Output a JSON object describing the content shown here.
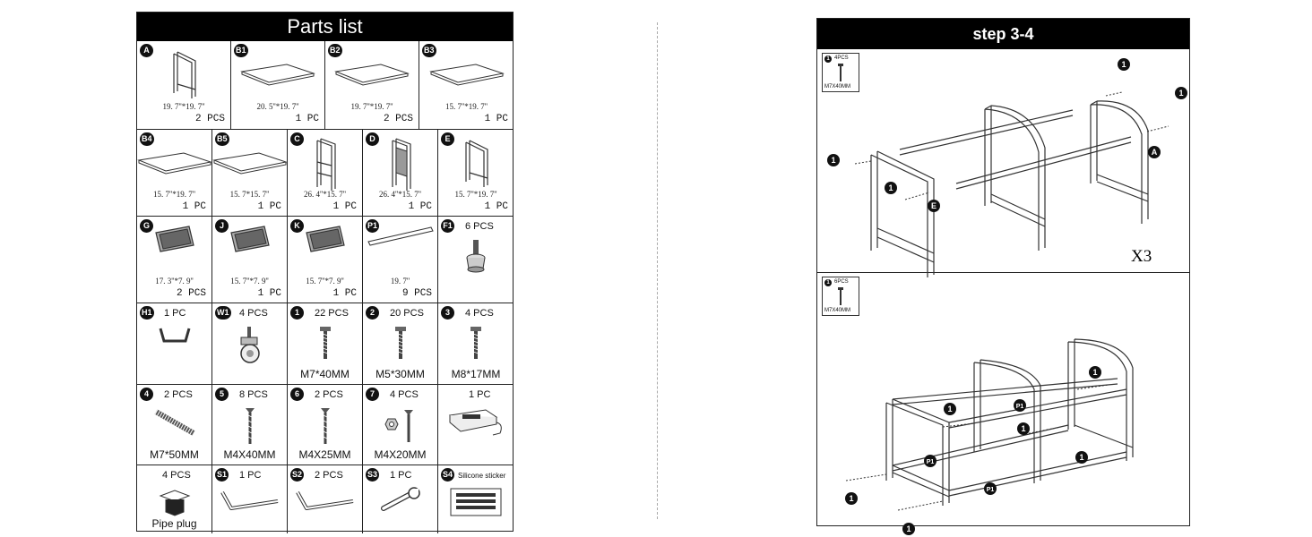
{
  "parts_list": {
    "title": "Parts list",
    "rows": [
      [
        {
          "badge": "A",
          "dim": "19. 7''*19. 7''",
          "qty": "2 PCS",
          "icon": "side-frame-icon"
        },
        {
          "badge": "B1",
          "dim": "20. 5''*19. 7''",
          "qty": "1 PC",
          "icon": "board-icon"
        },
        {
          "badge": "B2",
          "dim": "19. 7''*19. 7''",
          "qty": "2 PCS",
          "icon": "board-icon"
        },
        {
          "badge": "B3",
          "dim": "15. 7''*19. 7''",
          "qty": "1 PC",
          "icon": "board-icon"
        }
      ],
      [
        {
          "badge": "B4",
          "dim": "15. 7''*19. 7''",
          "qty": "1 PC",
          "icon": "board-icon"
        },
        {
          "badge": "B5",
          "dim": "15. 7*15. 7''",
          "qty": "1 PC",
          "icon": "board-icon"
        },
        {
          "badge": "C",
          "dim": "26. 4''*15. 7''",
          "qty": "1 PC",
          "icon": "tall-frame-icon"
        },
        {
          "badge": "D",
          "dim": "26. 4''*15. 7''",
          "qty": "1 PC",
          "icon": "mesh-frame-icon"
        },
        {
          "badge": "E",
          "dim": "15. 7''*19. 7''",
          "qty": "1 PC",
          "icon": "side-frame-icon"
        }
      ],
      [
        {
          "badge": "G",
          "dim": "17. 3''*7. 9''",
          "qty": "2 PCS",
          "icon": "mesh-panel-icon"
        },
        {
          "badge": "J",
          "dim": "15. 7''*7. 9''",
          "qty": "1 PC",
          "icon": "mesh-panel-icon"
        },
        {
          "badge": "K",
          "dim": "15. 7''*7. 9''",
          "qty": "1 PC",
          "icon": "mesh-panel-icon"
        },
        {
          "badge": "P1",
          "dim": "19. 7''",
          "qty": "9 PCS",
          "icon": "bar-icon"
        },
        {
          "badge": "F1",
          "top_qty": "6 PCS",
          "icon": "foot-icon"
        }
      ],
      [
        {
          "badge": "H1",
          "top_qty": "1 PC",
          "icon": "handle-icon"
        },
        {
          "badge": "W1",
          "top_qty": "4 PCS",
          "icon": "caster-wheel-icon"
        },
        {
          "badge": "1",
          "top_qty": "22 PCS",
          "spec": "M7*40MM",
          "icon": "bolt-icon"
        },
        {
          "badge": "2",
          "top_qty": "20 PCS",
          "spec": "M5*30MM",
          "icon": "bolt-icon"
        },
        {
          "badge": "3",
          "top_qty": "4 PCS",
          "spec": "M8*17MM",
          "icon": "bolt-icon"
        }
      ],
      [
        {
          "badge": "4",
          "top_qty": "2 PCS",
          "spec": "M7*50MM",
          "icon": "threaded-rod-icon"
        },
        {
          "badge": "5",
          "top_qty": "8 PCS",
          "spec": "M4X40MM",
          "icon": "screw-icon"
        },
        {
          "badge": "6",
          "top_qty": "2 PCS",
          "spec": "M4X25MM",
          "icon": "screw-icon"
        },
        {
          "badge": "7",
          "top_qty": "4 PCS",
          "spec": "M4X20MM",
          "icon": "screw-nut-icon"
        },
        {
          "badge": "",
          "top_qty": "1 PC",
          "icon": "power-strip-icon"
        }
      ],
      [
        {
          "badge": "",
          "top_qty": "4 PCS",
          "spec": "Pipe plug",
          "icon": "pipe-plug-icon"
        },
        {
          "badge": "S1",
          "top_qty": "1 PC",
          "icon": "allen-key-icon"
        },
        {
          "badge": "S2",
          "top_qty": "2 PCS",
          "icon": "allen-key-icon"
        },
        {
          "badge": "S3",
          "top_qty": "1 PC",
          "icon": "wrench-icon"
        },
        {
          "badge": "S4",
          "top_qty": "Silicone sticker",
          "icon": "sticker-icon"
        }
      ]
    ]
  },
  "step": {
    "title": "step 3-4",
    "sub1": {
      "legend_badge": "1",
      "legend_qty": "4PCS",
      "legend_spec": "M7X40MM",
      "multiplier": "X3",
      "labels": [
        "1",
        "1",
        "1",
        "1",
        "A",
        "E"
      ]
    },
    "sub2": {
      "legend_badge": "1",
      "legend_qty": "6PCS",
      "legend_spec": "M7X40MM",
      "labels": [
        "1",
        "1",
        "1",
        "1",
        "1",
        "1",
        "P1",
        "P1",
        "P1"
      ]
    }
  }
}
